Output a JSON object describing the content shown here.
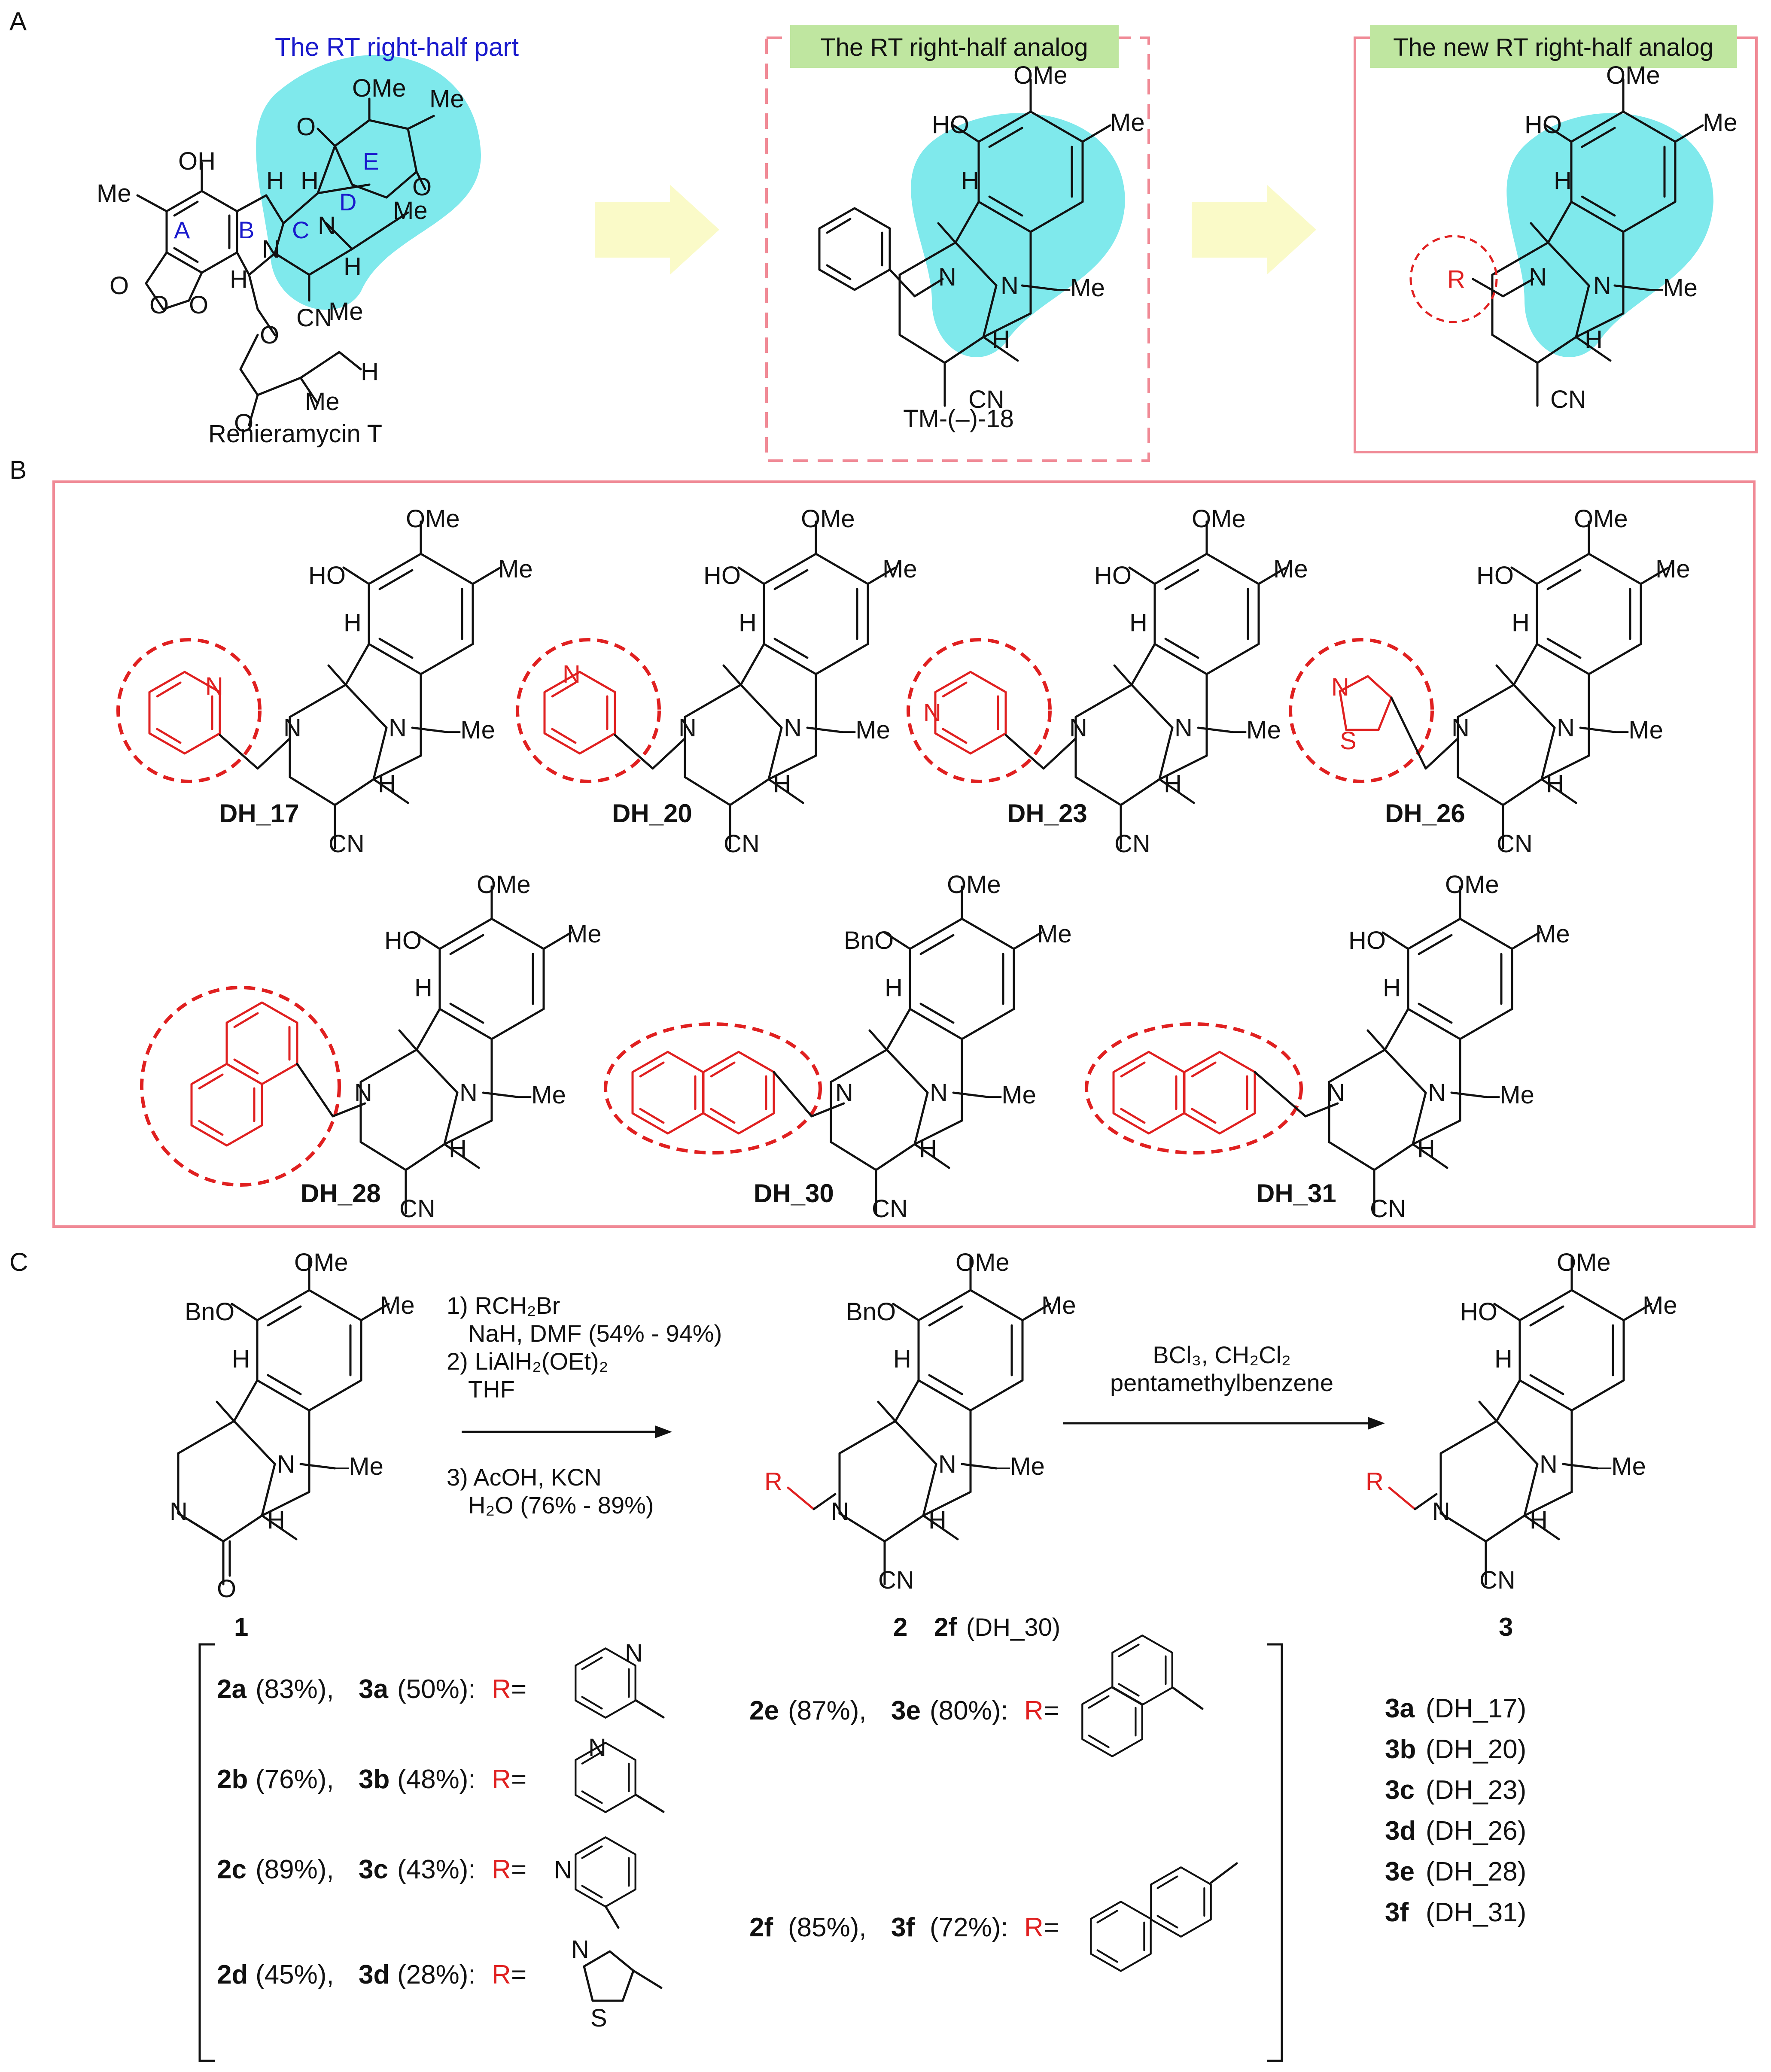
{
  "panels": {
    "a": "A",
    "b": "B",
    "c": "C"
  },
  "panel_a": {
    "title": "The RT right-half part",
    "natural_product": "Renieramycin T",
    "analog_banner": "The RT right-half analog",
    "analog_name": "TM-(–)-18",
    "new_analog_banner": "The new RT right-half analog",
    "ring_labels": [
      "A",
      "B",
      "C",
      "D",
      "E"
    ],
    "atoms": {
      "OMe": "OMe",
      "Me": "Me",
      "OH": "OH",
      "HO": "HO",
      "N": "N",
      "O": "O",
      "H": "H",
      "CN": "CN",
      "R": "R",
      "NMe_tag": "–Me",
      "H_tag": "Hʼ"
    }
  },
  "panel_b": {
    "compounds": [
      "DH_17",
      "DH_20",
      "DH_23",
      "DH_26",
      "DH_28",
      "DH_30",
      "DH_31"
    ],
    "benzyl_ether": "BnO"
  },
  "panel_c": {
    "sm_label": "1",
    "step1_line1": "1) RCH₂Br",
    "step1_line2": "NaH, DMF (54% - 94%)",
    "step2_line1": "2) LiAlH₂(OEt)₂",
    "step2_line2": "THF",
    "step3_line1": "3) AcOH, KCN",
    "step3_line2": "H₂O (76% - 89%)",
    "int_label": "2",
    "int_label2": "2f",
    "int_label2_note": "(DH_30)",
    "reagent2_line1": "BCl₃, CH₂Cl₂",
    "reagent2_line2": "pentamethylbenzene",
    "product_label": "3",
    "substituents": [
      {
        "a": "2a",
        "ay": "(83%),",
        "b": "3a",
        "by": "(50%):",
        "r": "R",
        "eq": "="
      },
      {
        "a": "2b",
        "ay": "(76%),",
        "b": "3b",
        "by": "(48%):",
        "r": "R",
        "eq": "="
      },
      {
        "a": "2c",
        "ay": "(89%),",
        "b": "3c",
        "by": "(43%):",
        "r": "R",
        "eq": "="
      },
      {
        "a": "2d",
        "ay": "(45%),",
        "b": "3d",
        "by": "(28%):",
        "r": "R",
        "eq": "="
      },
      {
        "a": "2e",
        "ay": "(87%),",
        "b": "3e",
        "by": "(80%):",
        "r": "R",
        "eq": "="
      },
      {
        "a": "2f",
        "ay": "(85%),",
        "b": "3f",
        "by": "(72%):",
        "r": "R",
        "eq": "="
      }
    ],
    "heteroatoms": {
      "N": "N",
      "S": "S"
    },
    "mapping": [
      {
        "id": "3a",
        "dh": "(DH_17)"
      },
      {
        "id": "3b",
        "dh": "(DH_20)"
      },
      {
        "id": "3c",
        "dh": "(DH_23)"
      },
      {
        "id": "3d",
        "dh": "(DH_26)"
      },
      {
        "id": "3e",
        "dh": "(DH_28)"
      },
      {
        "id": "3f",
        "dh": "(DH_31)"
      }
    ]
  },
  "colors": {
    "cyan_blob": "#7fe9ec",
    "banner_green": "#bfe6a0",
    "frame_pink": "#f08a96",
    "arrow_yellow": "#fafac8",
    "red": "#e02020",
    "blue": "#1a1acc"
  }
}
